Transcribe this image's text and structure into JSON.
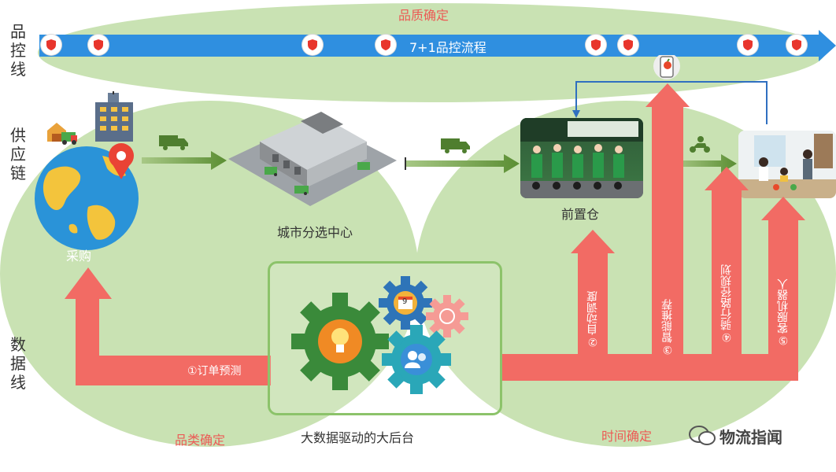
{
  "lanes": {
    "quality": [
      "品",
      "控",
      "线"
    ],
    "supply": [
      "供",
      "应",
      "链"
    ],
    "data": [
      "数",
      "据",
      "线"
    ]
  },
  "quality_bar": {
    "top_label": "品质确定",
    "flow_label": "7+1品控流程",
    "shield_count": 8
  },
  "supply_chain": {
    "procurement": "采购",
    "sorting_center": "城市分选中心",
    "front_warehouse": "前置仓"
  },
  "data_line": {
    "backend": "大数据驱动的大后台",
    "step1": "①订单预测",
    "step2": "②自动调度",
    "step3": "③智能推荐",
    "step4": "④骑行路径规划",
    "step5": "⑤客服机器人",
    "gear_calendar_num": "9"
  },
  "zones": {
    "category": "品类确定",
    "time": "时间确定"
  },
  "watermark": "物流指闻",
  "colors": {
    "accent_blue": "#2f8fe0",
    "arrow_red": "#f26b64",
    "zone_green": "#c9e2b3",
    "flow_green": "#6a9a3c"
  }
}
